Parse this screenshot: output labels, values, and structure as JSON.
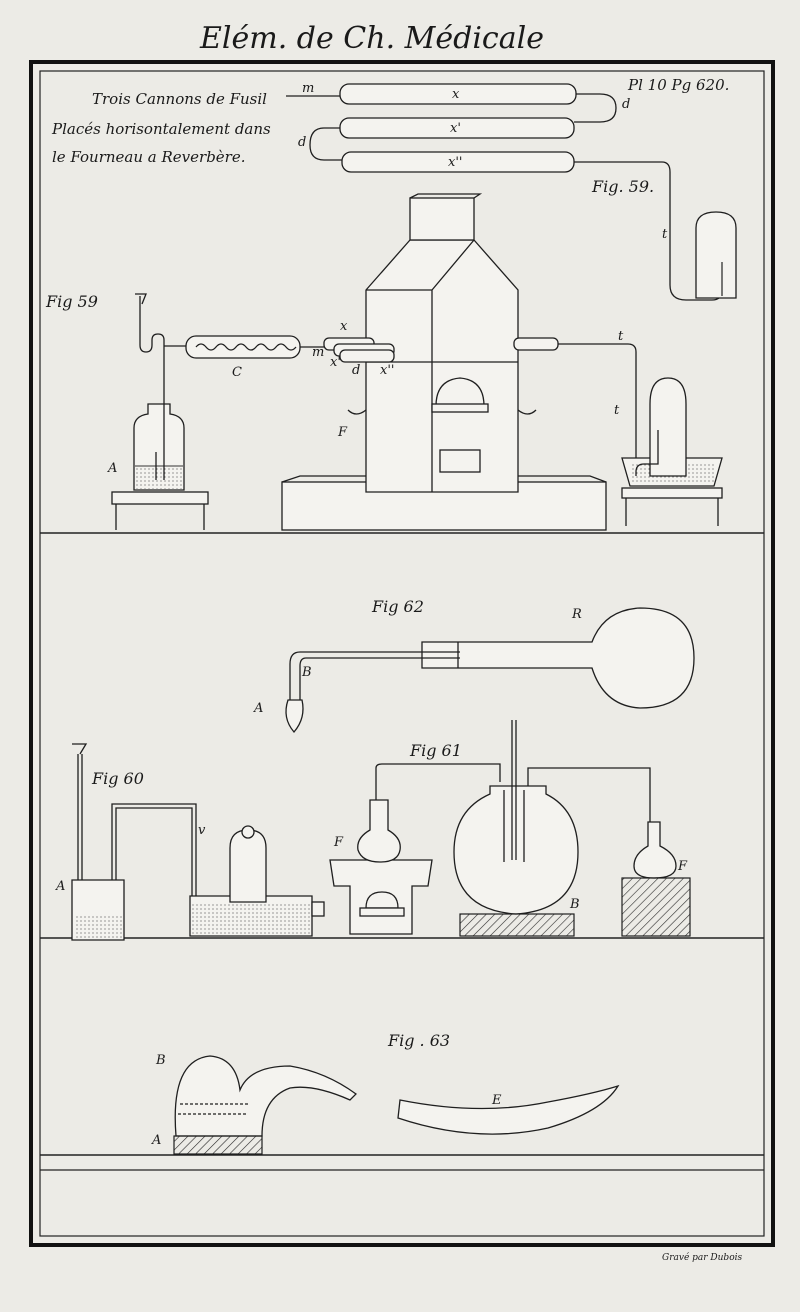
{
  "title": "Elém. de Ch. Médicale",
  "plate_ref": "Pl 10 Pg 620.",
  "caption": [
    "Trois Cannons de Fusil",
    "Placés horisontalement dans",
    "le Fourneau a Reverbère."
  ],
  "engraver": "Gravé par Dubois",
  "labels": {
    "fig59_top": "Fig. 59.",
    "fig59_left": "Fig 59",
    "fig62": "Fig 62",
    "fig61": "Fig 61",
    "fig60": "Fig 60",
    "fig63": "Fig . 63",
    "m": "m",
    "x": "x",
    "x1": "x'",
    "x2": "x''",
    "d": "d",
    "t": "t",
    "A": "A",
    "B": "B",
    "C": "C",
    "E": "E",
    "F": "F",
    "R": "R",
    "v": "v"
  }
}
